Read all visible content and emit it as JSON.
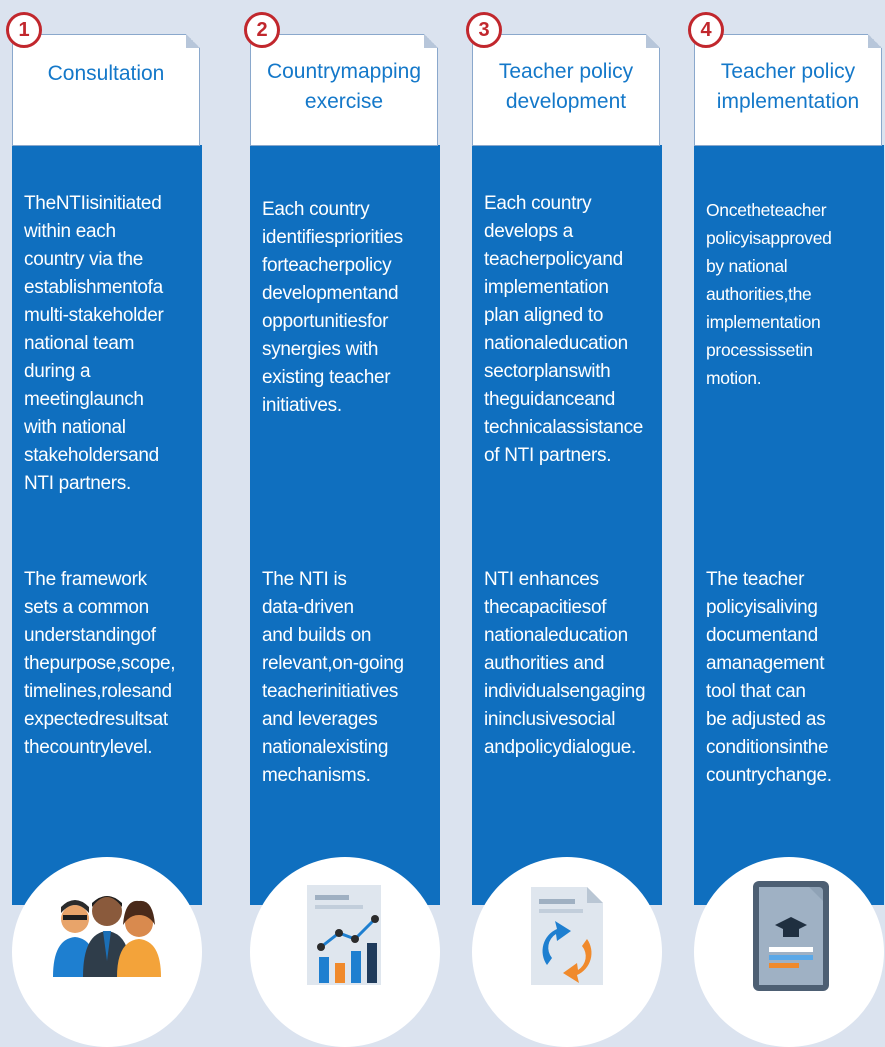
{
  "columns": [
    {
      "number": "1",
      "title": "Consultation",
      "text1": "TheNTIisinitiated\nwithin each\ncountry via the\nestablishmentofa\nmulti-stakeholder\nnational team\nduring a\nmeetinglaunch\nwith national\nstakeholdersand\nNTI partners.",
      "text2": "The framework\nsets a common\nunderstandingof\nthepurpose,scope,\ntimelines,rolesand\nexpectedresultsat\nthecountrylevel.",
      "icon": "people-icon"
    },
    {
      "number": "2",
      "title": "Countrymapping\nexercise",
      "text1": "Each country\nidentifiespriorities\nforteacherpolicy\ndevelopmentand\nopportunitiesfor\nsynergies with\nexisting teacher\ninitiatives.",
      "text2": "The NTI is\ndata-driven\nand builds on\nrelevant,on-going\nteacherinitiatives\nand leverages\nnationalexisting\nmechanisms.",
      "icon": "chart-document-icon"
    },
    {
      "number": "3",
      "title": "Teacher policy\ndevelopment",
      "text1": "Each country\ndevelops a\nteacherpolicyand\nimplementation\nplan aligned to\nnationaleducation\nsectorplanswith\ntheguidanceand\ntechnicalassistance\nof NTI partners.",
      "text2": "NTI enhances\nthecapacitiesof\nnationaleducation\nauthorities and\nindividualsengaging\nininclusivesocial\nandpolicydialogue.",
      "icon": "cycle-document-icon"
    },
    {
      "number": "4",
      "title": "Teacher policy\nimplementation",
      "text1": "Oncetheteacher\npolicyisapproved\nby national\nauthorities,the\nimplementation\nprocessissetin\nmotion.",
      "text2": "The teacher\npolicyisaliving\ndocumentand\namanagement\ntool that can\nbe adjusted as\nconditionsinthe\ncountrychange.",
      "icon": "certificate-icon"
    }
  ],
  "colors": {
    "blue": "#0f6fbf",
    "title_text": "#1478c9",
    "badge_red": "#c1272d",
    "background": "#dbe3ef"
  }
}
